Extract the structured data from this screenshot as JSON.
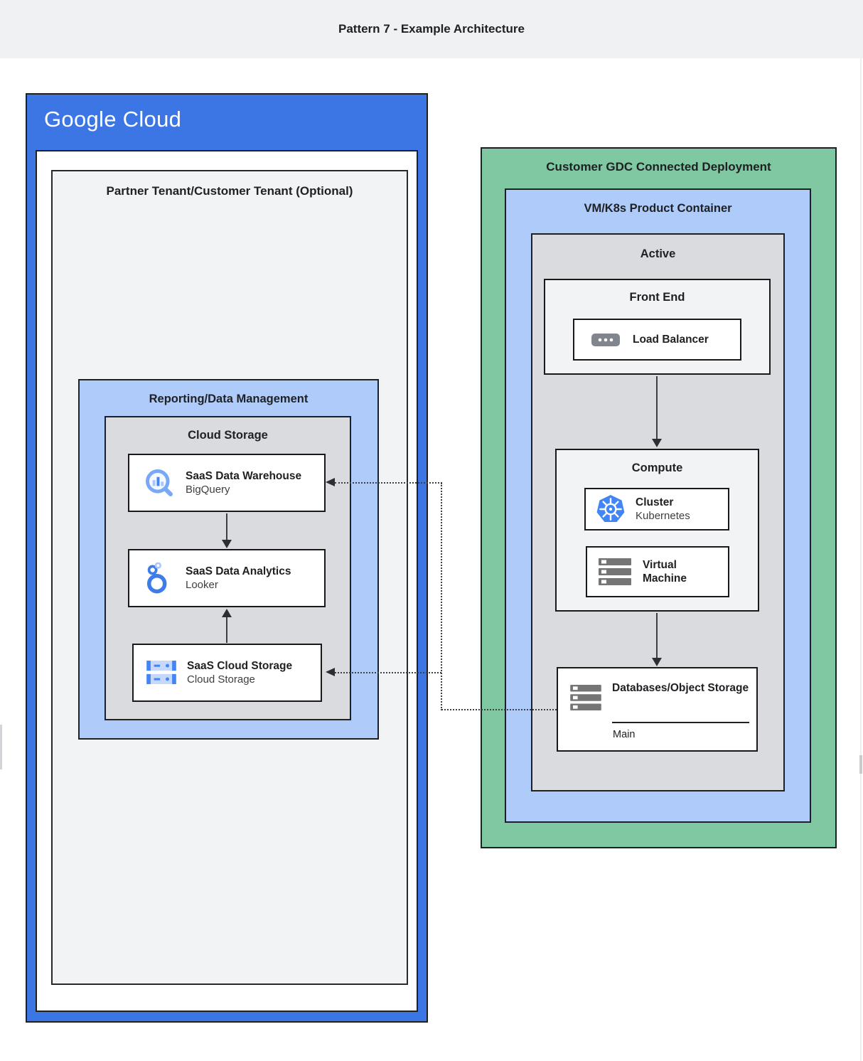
{
  "header": {
    "title": "Pattern 7 - Example Architecture"
  },
  "google_cloud": {
    "logo": "Google Cloud",
    "partner_tenant": {
      "title": "Partner Tenant/Customer Tenant (Optional)",
      "reporting": {
        "title": "Reporting/Data Management",
        "cloud_storage_group": {
          "title": "Cloud Storage",
          "warehouse": {
            "title": "SaaS Data Warehouse",
            "subtitle": "BigQuery",
            "icon": "bigquery-icon"
          },
          "analytics": {
            "title": "SaaS Data Analytics",
            "subtitle": "Looker",
            "icon": "looker-icon"
          },
          "storage": {
            "title": "SaaS Cloud Storage",
            "subtitle": "Cloud Storage",
            "icon": "cloud-storage-icon"
          }
        }
      }
    }
  },
  "gdc": {
    "title": "Customer GDC Connected Deployment",
    "vm_k8s": {
      "title": "VM/K8s Product Container",
      "active": {
        "title": "Active",
        "front_end": {
          "title": "Front End",
          "load_balancer": {
            "title": "Load Balancer",
            "icon": "load-balancer-icon"
          }
        },
        "compute": {
          "title": "Compute",
          "cluster": {
            "title": "Cluster",
            "subtitle": "Kubernetes",
            "icon": "kubernetes-icon"
          },
          "virtual_machine": {
            "title": "Virtual Machine",
            "icon": "virtual-machine-icon"
          }
        },
        "databases": {
          "title": "Databases/Object Storage",
          "label": "Main",
          "icon": "databases-icon"
        }
      }
    }
  },
  "colors": {
    "container_blue": "#3b76e4",
    "light_blue": "#aecbfa",
    "green": "#7fc8a2",
    "panel_gray": "#d9dbdf",
    "panel_light": "#f1f3f4",
    "accent_blue": "#4285f4",
    "line": "#3c4043",
    "text": "#202124"
  }
}
